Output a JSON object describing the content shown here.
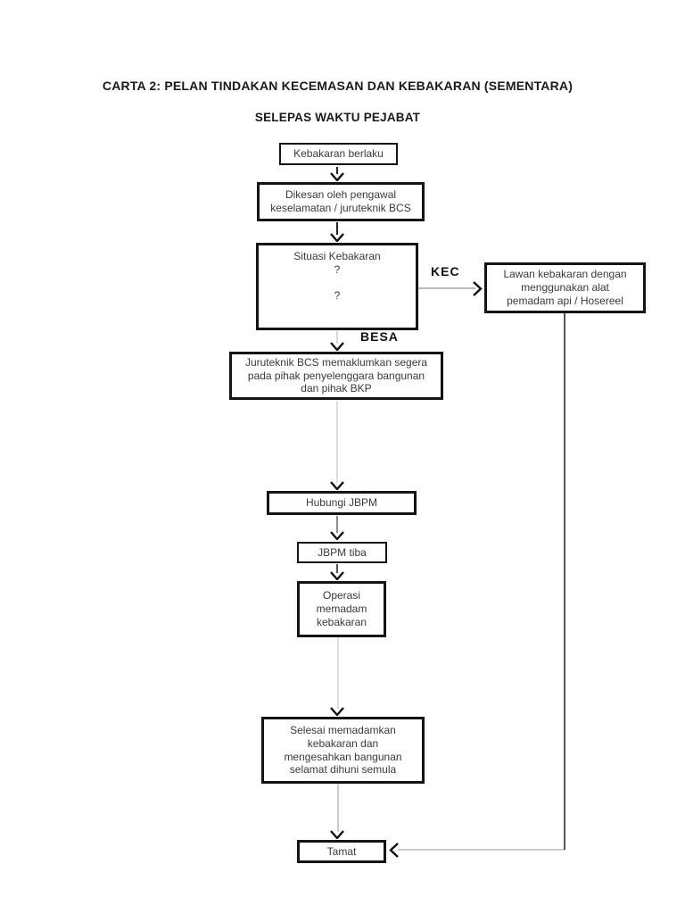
{
  "page": {
    "title": "CARTA 2: PELAN TINDAKAN KECEMASAN DAN KEBAKARAN (SEMENTARA)",
    "subtitle": "SELEPAS WAKTU PEJABAT"
  },
  "flowchart": {
    "nodes": {
      "kebakaran_berlaku": {
        "text": "Kebakaran berlaku"
      },
      "dikesan": {
        "text": "Dikesan oleh pengawal\nkeselamatan / juruteknik BCS"
      },
      "situasi": {
        "title": "Situasi Kebakaran",
        "q1": "?",
        "q2": "?"
      },
      "lawan": {
        "text": "Lawan kebakaran dengan\nmenggunakan alat\npemadam api / Hosereel"
      },
      "juruteknik": {
        "text": "Juruteknik BCS memaklumkan segera\npada pihak penyelenggara bangunan\ndan pihak BKP"
      },
      "hubungi": {
        "text": "Hubungi JBPM"
      },
      "jbpm_tiba": {
        "text": "JBPM tiba"
      },
      "operasi": {
        "text": "Operasi\nmemadam\nkebakaran"
      },
      "selesai": {
        "text": "Selesai memadamkan\nkebakaran dan\nmengesahkan bangunan\nselamat dihuni semula"
      },
      "tamat": {
        "text": "Tamat"
      }
    },
    "edge_labels": {
      "kec": "KEC",
      "besa": "BESA"
    },
    "colors": {
      "box_border": "#141414",
      "box_text": "#3a3a3a",
      "title_text": "#1a1a1a",
      "connector_light": "#dddddd",
      "connector_dark": "#555555",
      "background": "#ffffff"
    }
  }
}
